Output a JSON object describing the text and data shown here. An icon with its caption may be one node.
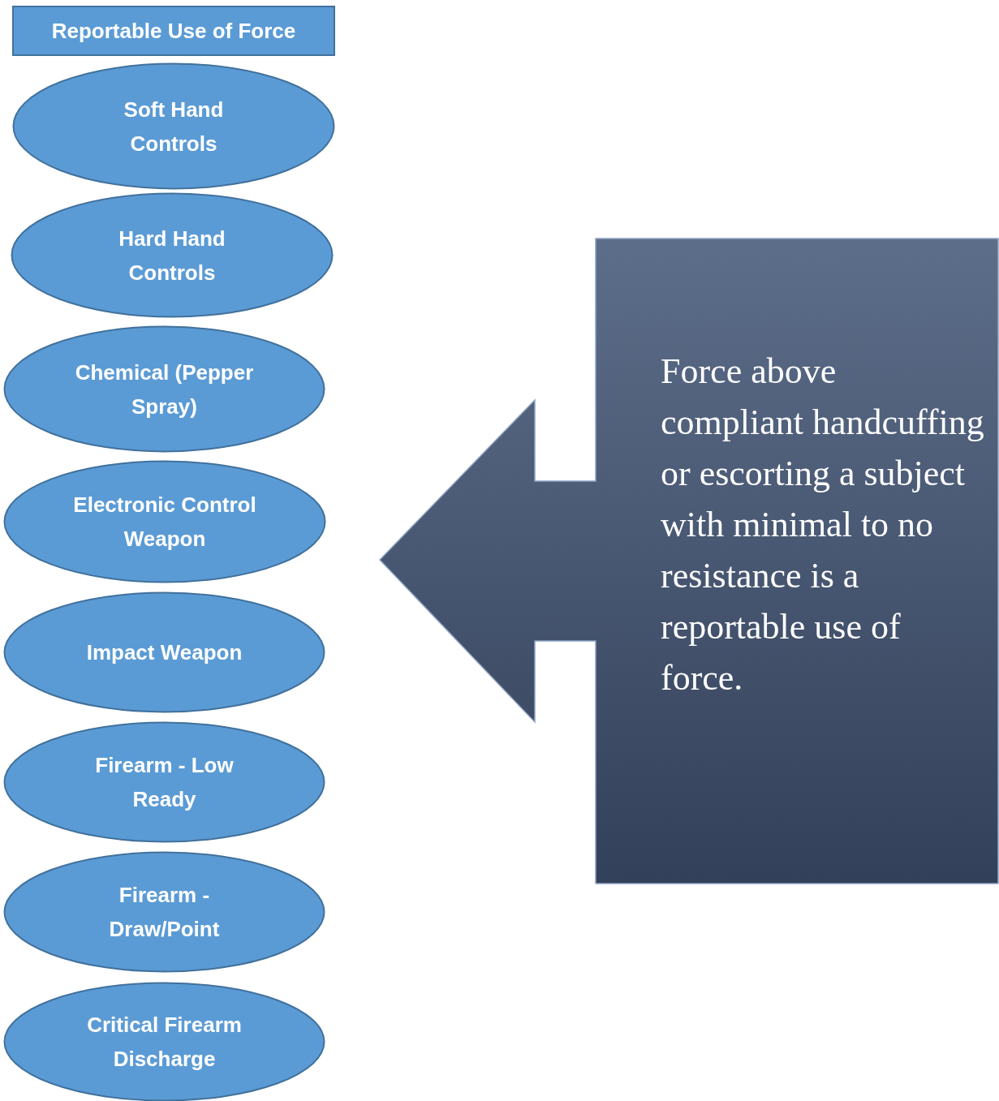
{
  "diagram": {
    "nodes": [
      {
        "text": [
          "Reportable Use of Force"
        ]
      },
      {
        "text": [
          "Soft Hand Controls"
        ]
      },
      {
        "text": [
          "Hard Hand Controls"
        ]
      },
      {
        "text": [
          "Chemical (Pepper Spray)"
        ]
      },
      {
        "text": [
          "Electronic Control Weapon"
        ]
      },
      {
        "text": [
          "Impact Weapon"
        ]
      },
      {
        "text": [
          "Firearm - Low Ready"
        ]
      },
      {
        "text": [
          "Firearm - Draw/Point"
        ]
      },
      {
        "text": [
          "Critical Firearm Discharge"
        ]
      },
      {
        "text": [
          "Force above compliant handcuffing or escorting a subject with minimal to no resistance is a reportable use of force."
        ]
      }
    ]
  }
}
